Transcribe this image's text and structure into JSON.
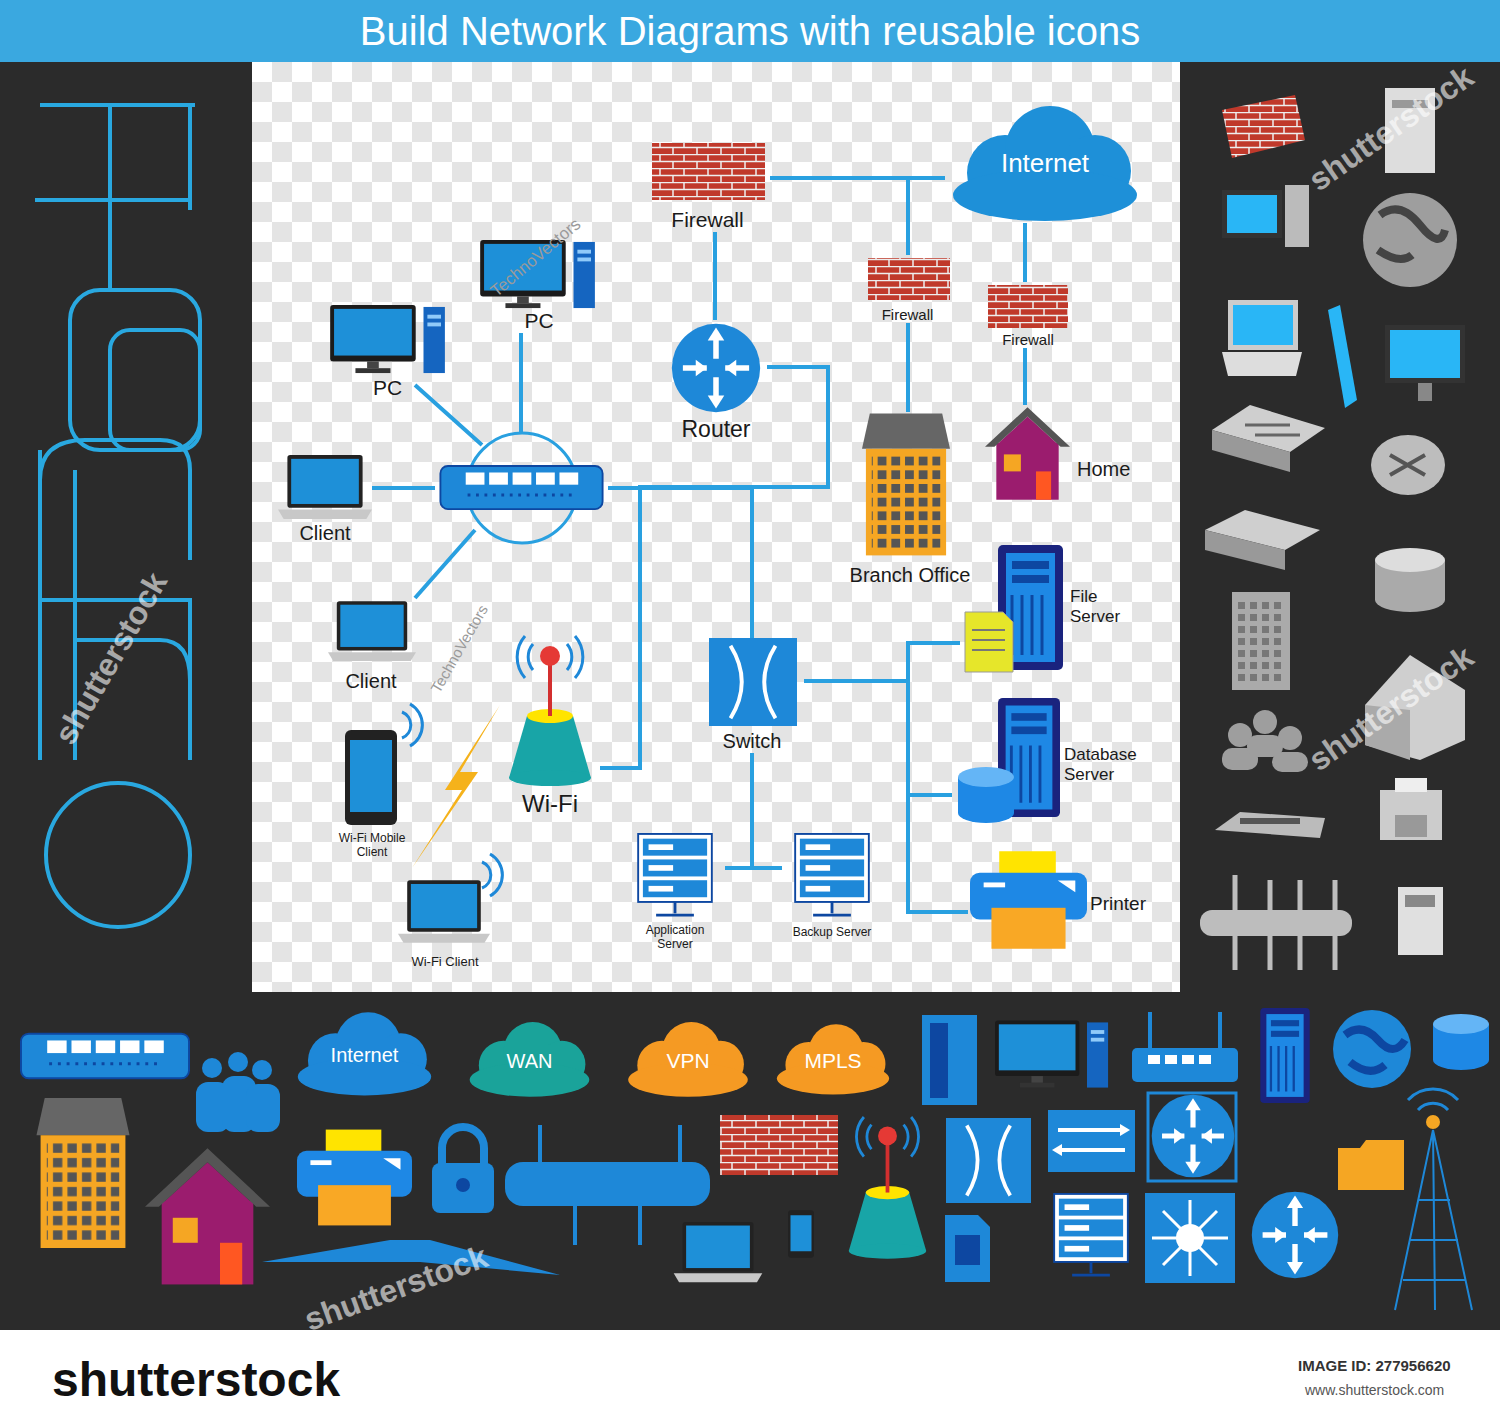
{
  "diagram": {
    "title": "Build Network Diagrams with reusable icons",
    "nodes": [
      {
        "text": [
          "Firewall"
        ]
      },
      {
        "text": [
          "Internet"
        ]
      },
      {
        "text": [
          "Firewall"
        ]
      },
      {
        "text": [
          "Firewall"
        ]
      },
      {
        "text": [
          "PC"
        ]
      },
      {
        "text": [
          "PC"
        ]
      },
      {
        "text": [
          "Router"
        ]
      },
      {
        "text": [
          "Home"
        ]
      },
      {
        "text": [
          "Client"
        ]
      },
      {
        "text": [
          "Branch Office"
        ]
      },
      {
        "text": [
          "File Server"
        ]
      },
      {
        "text": [
          "Client"
        ]
      },
      {
        "text": [
          "Wi-Fi"
        ]
      },
      {
        "text": [
          "Switch"
        ]
      },
      {
        "text": [
          "Database Server"
        ]
      },
      {
        "text": [
          "Wi-Fi Mobile Client"
        ]
      },
      {
        "text": [
          "Application Server"
        ]
      },
      {
        "text": [
          "Backup Server"
        ]
      },
      {
        "text": [
          "Printer"
        ]
      },
      {
        "text": [
          "Wi-Fi Client"
        ]
      },
      {
        "text": [
          "Internet"
        ]
      },
      {
        "text": [
          "WAN"
        ]
      },
      {
        "text": [
          "VPN"
        ]
      },
      {
        "text": [
          "MPLS"
        ]
      }
    ],
    "edges": [
      {
        "from": 0,
        "to": 1,
        "arrow": "none"
      },
      {
        "from": 1,
        "to": 2,
        "arrow": "none"
      },
      {
        "from": 2,
        "to": 9,
        "arrow": "none"
      },
      {
        "from": 1,
        "to": 3,
        "arrow": "none"
      },
      {
        "from": 3,
        "to": 7,
        "arrow": "none"
      },
      {
        "from": 0,
        "to": 6,
        "arrow": "none"
      },
      {
        "from": 6,
        "to": 13,
        "arrow": "none"
      },
      {
        "from": 12,
        "to": 13,
        "arrow": "none"
      },
      {
        "from": 13,
        "to": 10,
        "arrow": "none"
      },
      {
        "from": 13,
        "to": 14,
        "arrow": "none"
      },
      {
        "from": 13,
        "to": 18,
        "arrow": "none"
      },
      {
        "from": 13,
        "to": 16,
        "arrow": "none"
      },
      {
        "from": 13,
        "to": 17,
        "arrow": "none"
      }
    ],
    "labels": [
      "TechnoVectors",
      "TechnoVectors",
      "shutterstock",
      "shutterstock",
      "shutterstock",
      "shutterstock",
      "shutterstock",
      "IMAGE ID: 277956620",
      "www.shutterstock.com"
    ]
  }
}
